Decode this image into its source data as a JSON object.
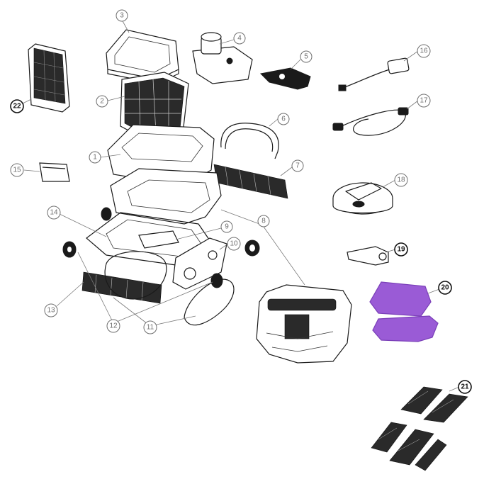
{
  "colors": {
    "highlight": "#9a5bd6",
    "highlight_dark": "#7a3fb8",
    "line": "#1a1a1a",
    "callout": "#6e6e6e"
  },
  "callouts": [
    {
      "id": "c1",
      "label": "1"
    },
    {
      "id": "c2",
      "label": "2"
    },
    {
      "id": "c3",
      "label": "3"
    },
    {
      "id": "c4",
      "label": "4"
    },
    {
      "id": "c5",
      "label": "5"
    },
    {
      "id": "c6",
      "label": "6"
    },
    {
      "id": "c7",
      "label": "7"
    },
    {
      "id": "c8",
      "label": "8"
    },
    {
      "id": "c9",
      "label": "9"
    },
    {
      "id": "c10",
      "label": "10"
    },
    {
      "id": "c11",
      "label": "11"
    },
    {
      "id": "c12",
      "label": "12"
    },
    {
      "id": "c13",
      "label": "13"
    },
    {
      "id": "c14",
      "label": "14"
    },
    {
      "id": "c15",
      "label": "15"
    },
    {
      "id": "c16",
      "label": "16"
    },
    {
      "id": "c17",
      "label": "17"
    },
    {
      "id": "c18",
      "label": "18"
    },
    {
      "id": "c19",
      "label": "19"
    },
    {
      "id": "c20",
      "label": "20"
    },
    {
      "id": "c21",
      "label": "21"
    },
    {
      "id": "c22",
      "label": "22"
    }
  ]
}
